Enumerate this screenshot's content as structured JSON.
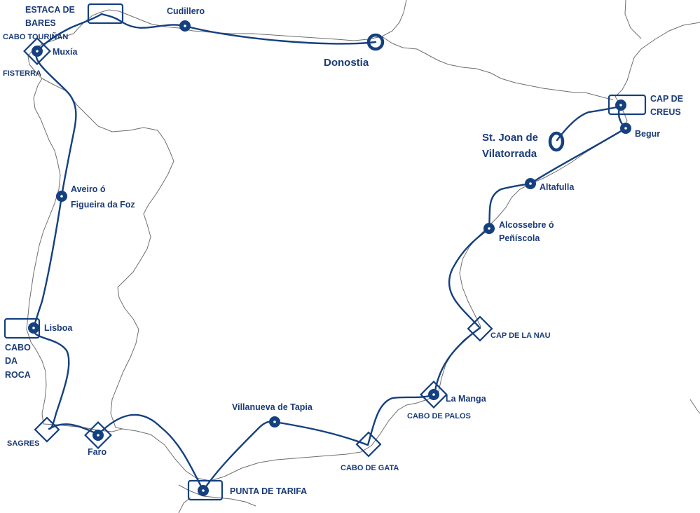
{
  "map": {
    "route_color": "#14407f",
    "border_color": "#6e6e6e",
    "labels": {
      "estaca_de_bares": [
        "ESTACA DE",
        "BARES"
      ],
      "cabo_tourinan": "CABO TOURIÑÁN",
      "muxia": "Muxía",
      "fisterra": "FISTERRA",
      "cudillero": "Cudillero",
      "donostia": "Donostia",
      "aveiro": [
        "Aveiro ó",
        "Figueira da Foz"
      ],
      "lisboa": "Lisboa",
      "cabo_da_roca": [
        "CABO",
        "DA",
        "ROCA"
      ],
      "sagres": "SAGRES",
      "faro": "Faro",
      "punta_de_tarifa": "PUNTA DE TARIFA",
      "villanueva_de_tapia": "Villanueva de Tapia",
      "cabo_de_gata": "CABO DE GATA",
      "la_manga": "La Manga",
      "cabo_de_palos": "CABO DE PALOS",
      "cap_de_la_nau": "CAP DE LA NAU",
      "alcossebre": [
        "Alcossebre ó",
        "Peñíscola"
      ],
      "altafulla": "Altafulla",
      "begur": "Begur",
      "cap_de_creus": [
        "CAP DE",
        "CREUS"
      ],
      "st_joan": [
        "St. Joan de",
        "Vilatorrada"
      ]
    }
  }
}
